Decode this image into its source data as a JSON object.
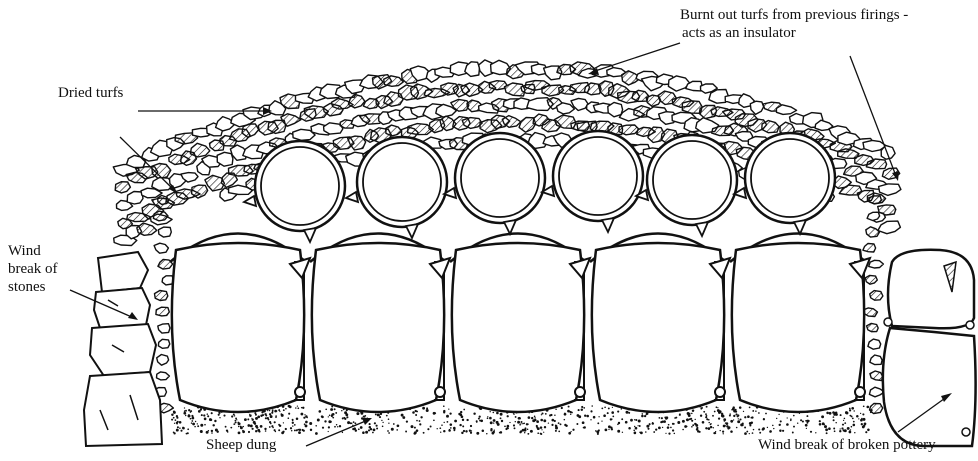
{
  "labels": {
    "burnt_turfs_line1": "Burnt out turfs from previous firings -",
    "burnt_turfs_line2": "acts as an insulator",
    "dried_turfs": "Dried turfs",
    "wind_break_stones_line1": "Wind",
    "wind_break_stones_line2": "break of",
    "wind_break_stones_line3": "stones",
    "sheep_dung": "Sheep dung",
    "wind_break_pottery": "Wind break of broken pottery"
  },
  "colors": {
    "ink": "#111111",
    "paper": "#ffffff"
  }
}
